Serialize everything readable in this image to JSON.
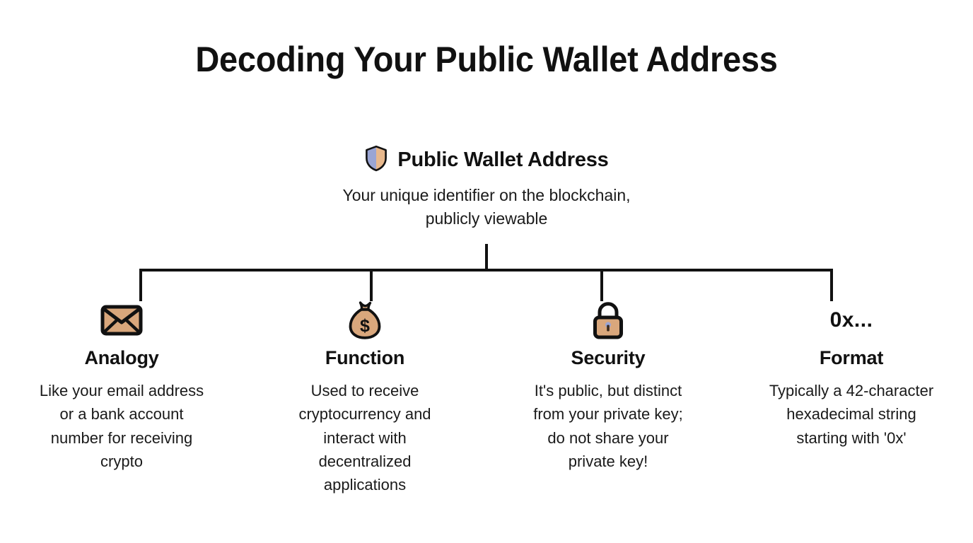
{
  "title": "Decoding Your Public Wallet Address",
  "colors": {
    "background": "#ffffff",
    "text": "#111111",
    "line": "#111111",
    "shield_left": "#9AA5D4",
    "shield_right": "#E8B88C",
    "icon_fill": "#D9A77C",
    "icon_stroke": "#111111",
    "keyhole": "#9AA5D4"
  },
  "root": {
    "icon": "shield-icon",
    "label": "Public Wallet Address",
    "description": "Your unique identifier on the blockchain, publicly viewable"
  },
  "branches": [
    {
      "icon": "envelope-icon",
      "icon_text": "",
      "title": "Analogy",
      "description": "Like your email address or a bank account number for receiving crypto"
    },
    {
      "icon": "money-bag-icon",
      "icon_text": "",
      "title": "Function",
      "description": "Used to receive cryptocurrency and interact with decentralized applications"
    },
    {
      "icon": "lock-icon",
      "icon_text": "",
      "title": "Security",
      "description": "It's public, but distinct from your private key; do not share your private key!"
    },
    {
      "icon": "hex-prefix-text",
      "icon_text": "0x...",
      "title": "Format",
      "description": "Typically a 42-character hexadecimal string starting with '0x'"
    }
  ]
}
